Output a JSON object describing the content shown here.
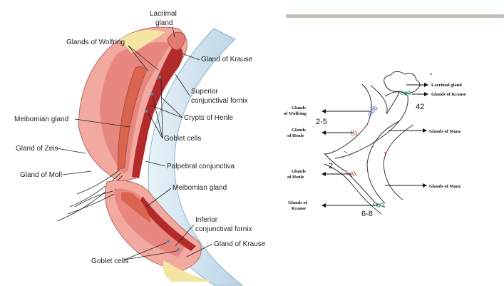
{
  "left_labels": {
    "lacrimal_gland": [
      "Lacrimal",
      "gland"
    ],
    "glands_of_wolfring": "Glands of Wolfring",
    "gland_of_krause_top": "Gland of Krause",
    "superior_fornix": [
      "Superior",
      "conjunctival fornix"
    ],
    "crypts_of_henle": "Crypts of Henle",
    "meibomian_gland_top": "Meibomian gland",
    "goblet_cells_top": "Goblet cells",
    "gland_of_zeis": "Gland of Zeis",
    "palpebral_conjunctiva": "Palpebral conjunctiva",
    "gland_of_moll": "Gland of Moll",
    "meibomian_gland_bottom": "Meibomian gland",
    "inferior_fornix": [
      "Inferior",
      "conjunctival fornix"
    ],
    "gland_of_krause_bottom": "Gland of Krause",
    "goblet_cells_bottom": "Goblet cells"
  },
  "right_labels": {
    "lacrimal_gland": "Lacrimal gland",
    "glands_of_krause_top": "Glands of Krause",
    "glands_of_wolfring": [
      "Glands",
      "of Wolfring"
    ],
    "glands_of_henle_top": [
      "Glands",
      "of Henle"
    ],
    "glands_of_manz_top": "Glands of Manz",
    "glands_of_henle_bottom": [
      "Glands",
      "of Henle"
    ],
    "glands_of_manz_bottom": "Glands of Manz",
    "glands_of_krause_bottom": [
      "Glands of",
      "Krause"
    ]
  },
  "counts": {
    "krause_top": "42",
    "wolfring": "2-5",
    "henle_bottom": "2",
    "krause_bottom": "6-8"
  },
  "colors": {
    "header_bar": "#c9bfb9",
    "skin": "#f1a9a0",
    "dermis": "#e8877f",
    "gland": "#d9654e",
    "conjunctiva": "#b22a2a",
    "cornea": "#cfe3ef",
    "fat": "#f4e5a3"
  }
}
